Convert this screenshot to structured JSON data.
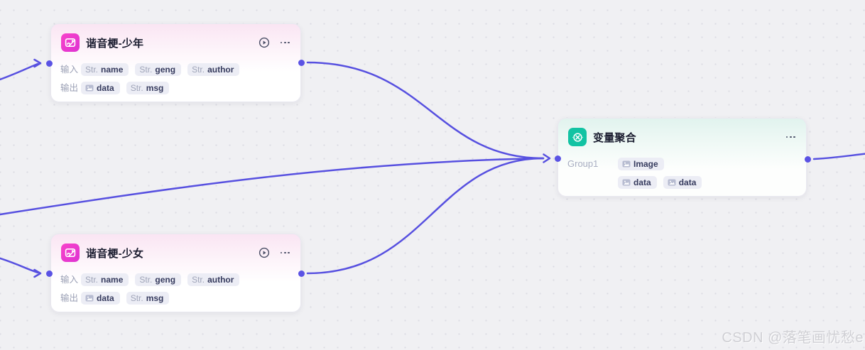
{
  "canvas": {
    "edge_color": "#5750e0",
    "port_color": "#5a52e4",
    "background_color": "#f0f0f3"
  },
  "watermark": "CSDN @落笔画忧愁e",
  "nodes": [
    {
      "title": "谐音梗-少年",
      "icon": "image-edit-icon",
      "icon_color": "#ee3cc9",
      "actions": [
        "run",
        "menu"
      ],
      "rows": [
        {
          "label": "输入",
          "tags": [
            {
              "type": "str",
              "prefix": "Str.",
              "text": "name"
            },
            {
              "type": "str",
              "prefix": "Str.",
              "text": "geng"
            },
            {
              "type": "str",
              "prefix": "Str.",
              "text": "author"
            }
          ]
        },
        {
          "label": "输出",
          "tags": [
            {
              "type": "img",
              "text": "data"
            },
            {
              "type": "str",
              "prefix": "Str.",
              "text": "msg"
            }
          ]
        }
      ]
    },
    {
      "title": "谐音梗-少女",
      "icon": "image-edit-icon",
      "icon_color": "#ee3cc9",
      "actions": [
        "run",
        "menu"
      ],
      "rows": [
        {
          "label": "输入",
          "tags": [
            {
              "type": "str",
              "prefix": "Str.",
              "text": "name"
            },
            {
              "type": "str",
              "prefix": "Str.",
              "text": "geng"
            },
            {
              "type": "str",
              "prefix": "Str.",
              "text": "author"
            }
          ]
        },
        {
          "label": "输出",
          "tags": [
            {
              "type": "img",
              "text": "data"
            },
            {
              "type": "str",
              "prefix": "Str.",
              "text": "msg"
            }
          ]
        }
      ]
    },
    {
      "title": "变量聚合",
      "icon": "variable-aggregate-icon",
      "icon_color": "#12c3a3",
      "actions": [
        "menu"
      ],
      "rows": [
        {
          "label": "Group1",
          "tags": [
            {
              "type": "img",
              "text": "Image"
            }
          ]
        },
        {
          "label": "",
          "tags": [
            {
              "type": "img",
              "text": "data"
            },
            {
              "type": "img",
              "text": "data"
            }
          ]
        }
      ]
    }
  ]
}
